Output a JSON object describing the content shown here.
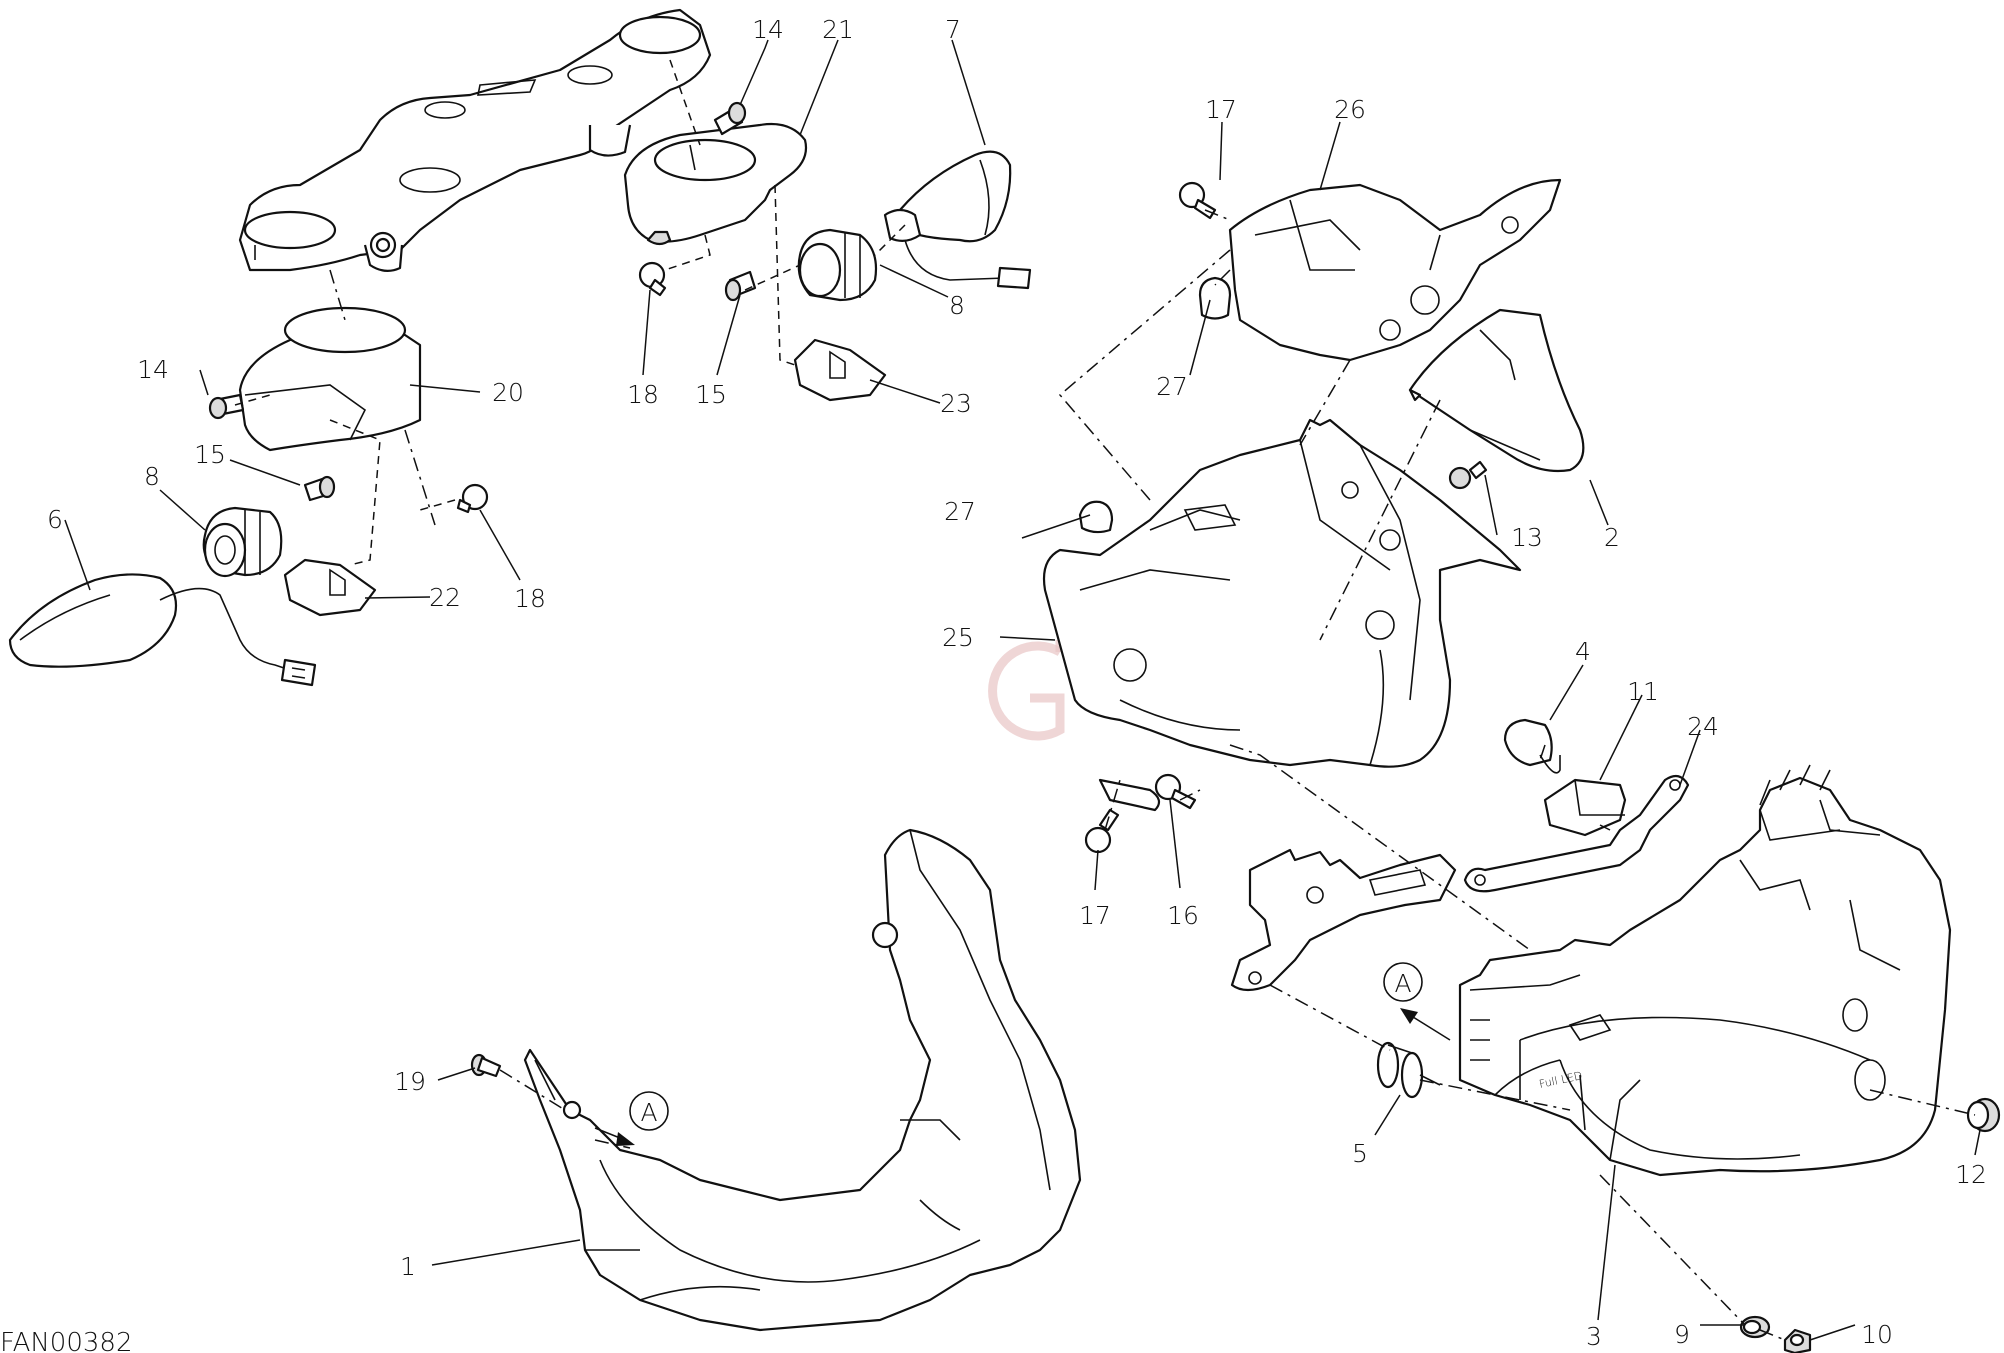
{
  "drawing": {
    "code": "FAN00382"
  },
  "callouts": [
    {
      "id": "c1",
      "number": "1"
    },
    {
      "id": "c2",
      "number": "2"
    },
    {
      "id": "c3",
      "number": "3"
    },
    {
      "id": "c4",
      "number": "4"
    },
    {
      "id": "c5",
      "number": "5"
    },
    {
      "id": "c6",
      "number": "6"
    },
    {
      "id": "c7",
      "number": "7"
    },
    {
      "id": "c8a",
      "number": "8"
    },
    {
      "id": "c8b",
      "number": "8"
    },
    {
      "id": "c9",
      "number": "9"
    },
    {
      "id": "c10",
      "number": "10"
    },
    {
      "id": "c11",
      "number": "11"
    },
    {
      "id": "c12",
      "number": "12"
    },
    {
      "id": "c13",
      "number": "13"
    },
    {
      "id": "c14a",
      "number": "14"
    },
    {
      "id": "c14b",
      "number": "14"
    },
    {
      "id": "c15a",
      "number": "15"
    },
    {
      "id": "c15b",
      "number": "15"
    },
    {
      "id": "c16",
      "number": "16"
    },
    {
      "id": "c17a",
      "number": "17"
    },
    {
      "id": "c17b",
      "number": "17"
    },
    {
      "id": "c18a",
      "number": "18"
    },
    {
      "id": "c18b",
      "number": "18"
    },
    {
      "id": "c19",
      "number": "19"
    },
    {
      "id": "c20",
      "number": "20"
    },
    {
      "id": "c21",
      "number": "21"
    },
    {
      "id": "c22",
      "number": "22"
    },
    {
      "id": "c23",
      "number": "23"
    },
    {
      "id": "c24",
      "number": "24"
    },
    {
      "id": "c25",
      "number": "25"
    },
    {
      "id": "c26",
      "number": "26"
    },
    {
      "id": "c27a",
      "number": "27"
    },
    {
      "id": "c27b",
      "number": "27"
    }
  ],
  "references": {
    "ref_a1": "A",
    "ref_a2": "A"
  },
  "headlight": {
    "marking": "Full LED"
  },
  "watermark": {
    "glyph": "G"
  },
  "colors": {
    "ink": "#111111",
    "watermark": "#e8c4c4"
  }
}
